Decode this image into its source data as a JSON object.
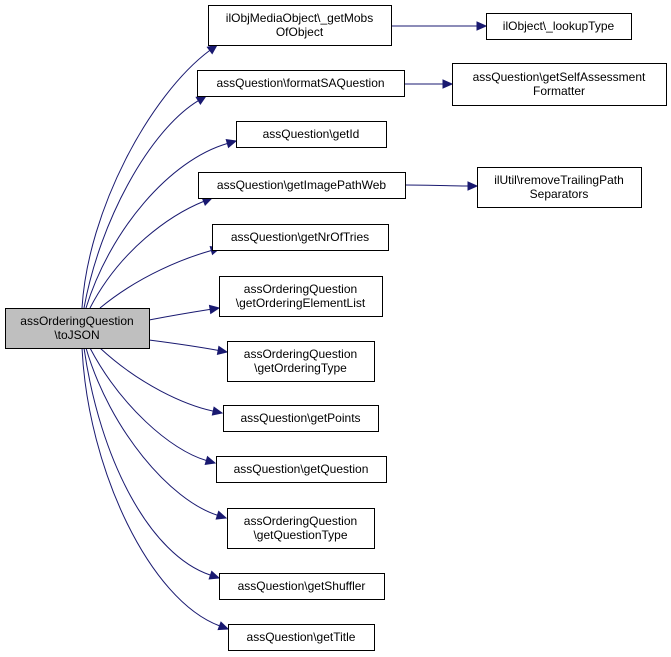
{
  "graph": {
    "root": {
      "id": "root",
      "lines": [
        "assOrderingQuestion",
        "\\toJSON"
      ]
    },
    "nodes": [
      {
        "id": "getMobs",
        "lines": [
          "ilObjMediaObject\\_getMobs",
          "OfObject"
        ]
      },
      {
        "id": "lookupType",
        "lines": [
          "ilObject\\_lookupType"
        ]
      },
      {
        "id": "formatSA",
        "lines": [
          "assQuestion\\formatSAQuestion"
        ]
      },
      {
        "id": "getSAFormatter",
        "lines": [
          "assQuestion\\getSelfAssessment",
          "Formatter"
        ]
      },
      {
        "id": "getId",
        "lines": [
          "assQuestion\\getId"
        ]
      },
      {
        "id": "getImagePathWeb",
        "lines": [
          "assQuestion\\getImagePathWeb"
        ]
      },
      {
        "id": "removeTrailing",
        "lines": [
          "ilUtil\\removeTrailingPath",
          "Separators"
        ]
      },
      {
        "id": "getNrOfTries",
        "lines": [
          "assQuestion\\getNrOfTries"
        ]
      },
      {
        "id": "getOrderingElementList",
        "lines": [
          "assOrderingQuestion",
          "\\getOrderingElementList"
        ]
      },
      {
        "id": "getOrderingType",
        "lines": [
          "assOrderingQuestion",
          "\\getOrderingType"
        ]
      },
      {
        "id": "getPoints",
        "lines": [
          "assQuestion\\getPoints"
        ]
      },
      {
        "id": "getQuestion",
        "lines": [
          "assQuestion\\getQuestion"
        ]
      },
      {
        "id": "getQuestionType",
        "lines": [
          "assOrderingQuestion",
          "\\getQuestionType"
        ]
      },
      {
        "id": "getShuffler",
        "lines": [
          "assQuestion\\getShuffler"
        ]
      },
      {
        "id": "getTitle",
        "lines": [
          "assQuestion\\getTitle"
        ]
      }
    ],
    "edges": [
      [
        "root",
        "getMobs"
      ],
      [
        "root",
        "formatSA"
      ],
      [
        "root",
        "getId"
      ],
      [
        "root",
        "getImagePathWeb"
      ],
      [
        "root",
        "getNrOfTries"
      ],
      [
        "root",
        "getOrderingElementList"
      ],
      [
        "root",
        "getOrderingType"
      ],
      [
        "root",
        "getPoints"
      ],
      [
        "root",
        "getQuestion"
      ],
      [
        "root",
        "getQuestionType"
      ],
      [
        "root",
        "getShuffler"
      ],
      [
        "root",
        "getTitle"
      ],
      [
        "getMobs",
        "lookupType"
      ],
      [
        "formatSA",
        "getSAFormatter"
      ],
      [
        "getImagePathWeb",
        "removeTrailing"
      ]
    ],
    "colors": {
      "edge": "#191970",
      "root_fill": "#bfbfbf",
      "node_fill": "#ffffff",
      "border": "#000000"
    }
  }
}
